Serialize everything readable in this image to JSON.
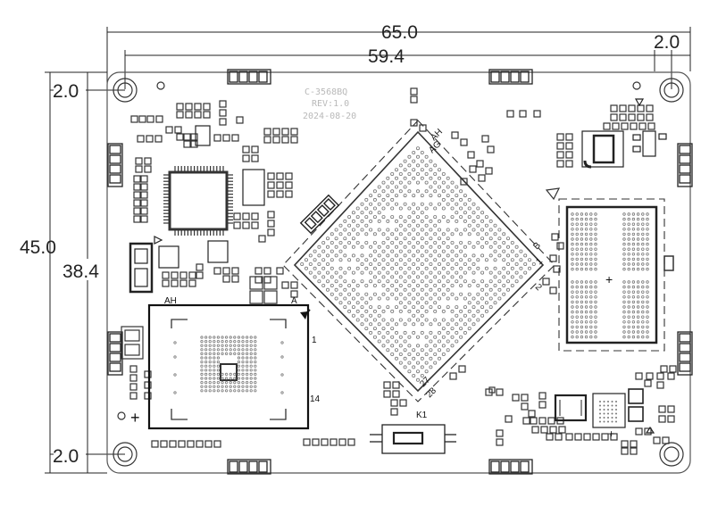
{
  "dimensions": {
    "top_outer": "65.0",
    "top_inner": "59.4",
    "top_right": "2.0",
    "left_outer": "45.0",
    "left_inner": "38.4",
    "left_top": "2.0",
    "left_bottom": "2.0"
  },
  "board": {
    "model": "C-3568BQ",
    "revision": "REV:1.0",
    "date": "2024-08-20"
  },
  "soc_labels": {
    "ah": "AH",
    "ag": "AG",
    "b": "B",
    "one": "1",
    "two": "2",
    "twenty_seven": "27",
    "twenty_eight": "28"
  },
  "emmc_labels": {
    "ah": "AH",
    "a": "A",
    "one": "1",
    "fourteen": "14"
  },
  "button": {
    "label": "K1"
  },
  "colors": {
    "outline": "#222222",
    "silkscreen": "#b9b9b9",
    "pad": "#333333"
  }
}
